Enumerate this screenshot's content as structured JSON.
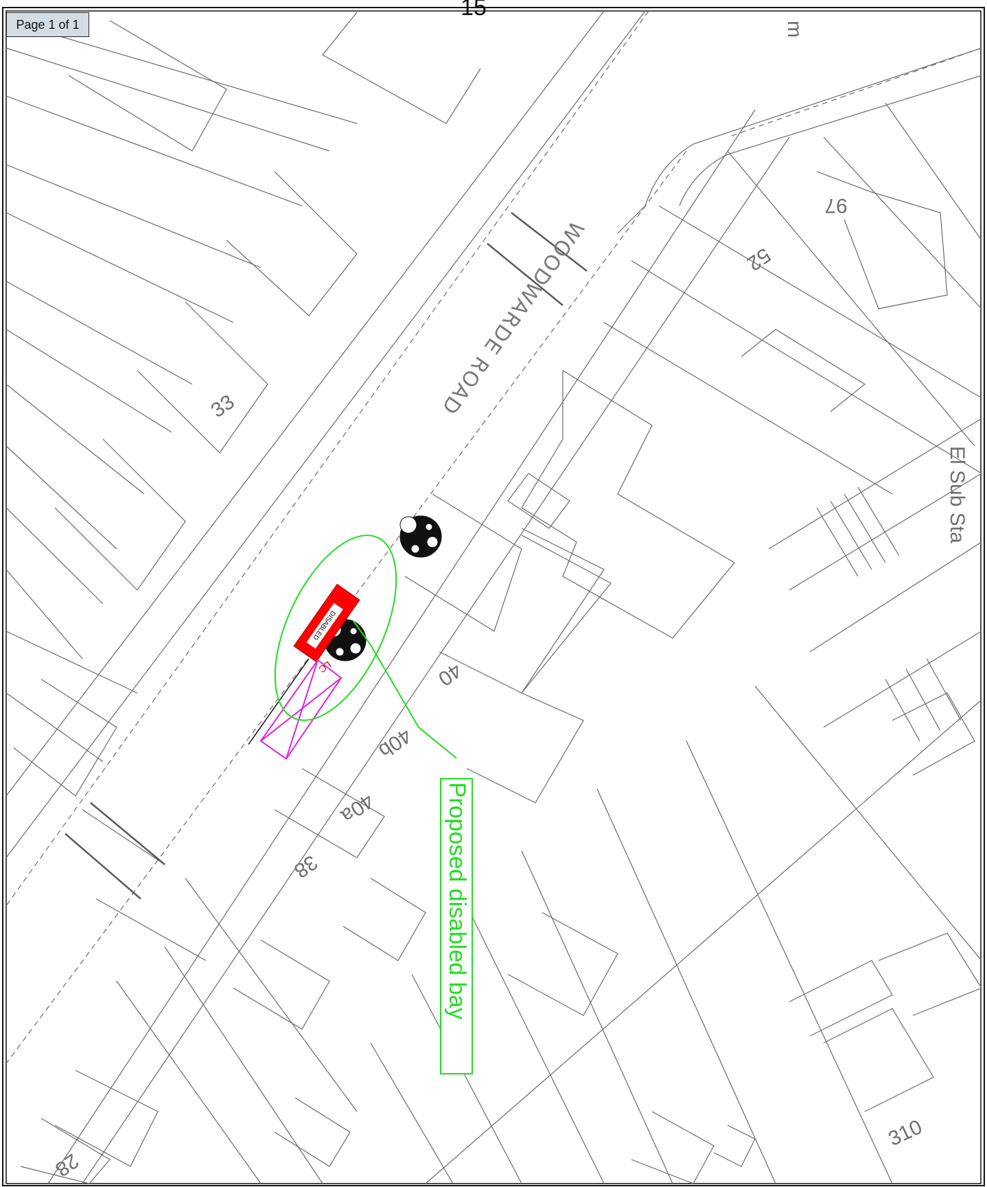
{
  "page": {
    "page_number_top": "15",
    "page_badge": "Page 1 of 1"
  },
  "map": {
    "road_name": "WOODWARDE ROAD",
    "labels": {
      "house_33": "33",
      "house_52": "52",
      "house_97": "97",
      "house_40": "40",
      "house_40b": "40b",
      "house_40a": "40a",
      "house_38": "38",
      "house_28": "28",
      "house_310": "310",
      "el_sub_sta": "El Sub Sta",
      "top_right_fragment": "m"
    },
    "proposal_label": "Proposed disabled bay",
    "bay_sign_text": "DISABLED",
    "lc_marker": "LC"
  },
  "colors": {
    "linework": "#6a6a6a",
    "proposal": "#22dd22",
    "existing_bay": "#ff0000",
    "new_bay": "#dd22dd",
    "badge_bg": "#d2dde5"
  }
}
